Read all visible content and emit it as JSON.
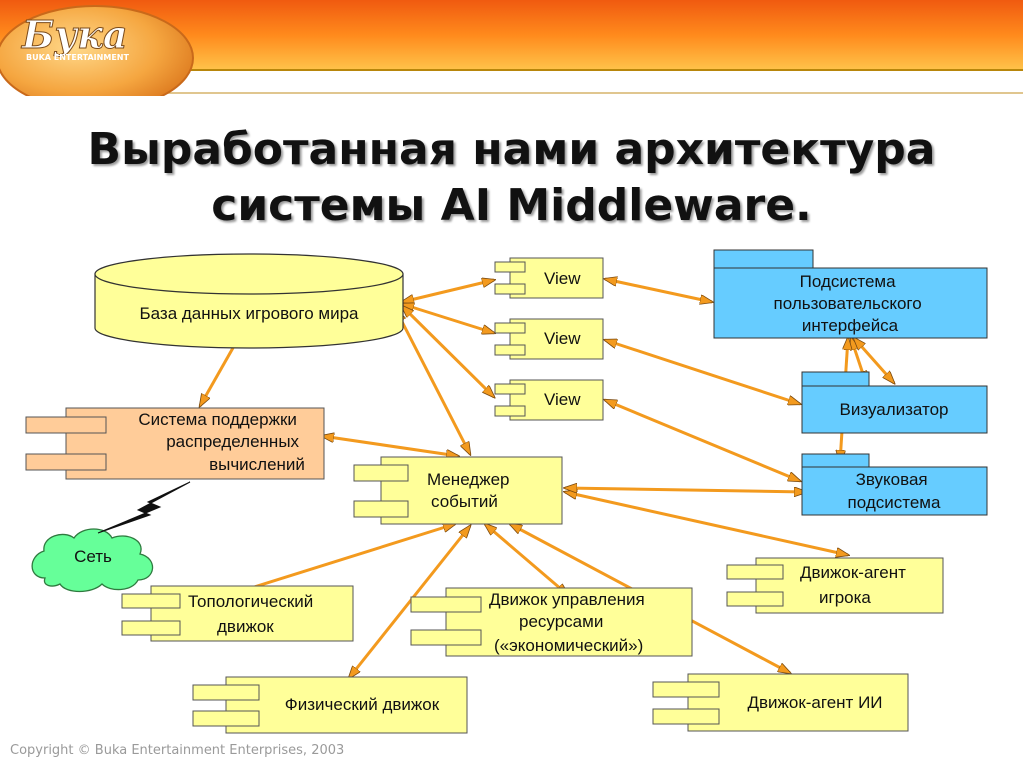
{
  "logo": {
    "brand": "Бука",
    "sub": "BUKA ENTERTAINMENT"
  },
  "title": {
    "line1": "Выработанная нами архитектура",
    "line2": "системы AI Middleware."
  },
  "nodes": {
    "database": "База данных игрового мира",
    "view1": "View",
    "view2": "View",
    "view3": "View",
    "ui_subsystem": [
      "Подсистема",
      "пользовательского",
      "интерфейса"
    ],
    "visualizer": "Визуализатор",
    "sound": [
      "Звуковая",
      "подсистема"
    ],
    "distributed": [
      "Система поддержки",
      "распределенных",
      "вычислений"
    ],
    "event_manager": [
      "Менеджер",
      "событий"
    ],
    "network": "Сеть",
    "player_agent": [
      "Движок-агент",
      "игрока"
    ],
    "topological": [
      "Топологический",
      "движок"
    ],
    "resource": [
      "Движок управления",
      "ресурсами",
      "(«экономический»)"
    ],
    "physics": "Физический движок",
    "ai_agent": "Движок-агент ИИ"
  },
  "colors": {
    "component": "#ffff99",
    "orange_component": "#ffcc99",
    "subsystem": "#66ccff",
    "network": "#66ff99",
    "arrow": "#f39a1e"
  },
  "footer": {
    "copyright": "Copyright © Buka Entertainment Enterprises, 2003"
  }
}
